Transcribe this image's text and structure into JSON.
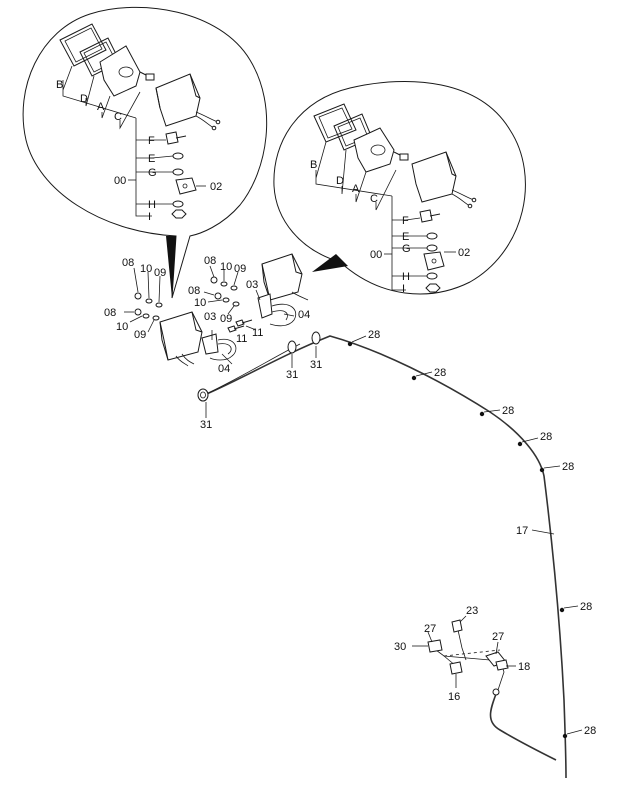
{
  "callouts_left_detail": {
    "B": "B",
    "D": "D",
    "A": "A",
    "C": "C",
    "F": "F",
    "E": "E",
    "G": "G",
    "H": "H",
    "I": "I",
    "group": "00",
    "bracket": "02"
  },
  "callouts_right_detail": {
    "B": "B",
    "D": "D",
    "A": "A",
    "C": "C",
    "F": "F",
    "E": "E",
    "G": "G",
    "H": "H",
    "I": "I",
    "group": "00",
    "bracket": "02"
  },
  "callouts_lamp_left": {
    "p08a": "08",
    "p10a": "10",
    "p09a": "09",
    "p08b": "08",
    "p10b": "10",
    "p09b": "09",
    "p03": "03",
    "p04": "04",
    "p11": "11",
    "p31": "31"
  },
  "callouts_lamp_right": {
    "p08a": "08",
    "p10a": "10",
    "p09a": "09",
    "p08b": "08",
    "p10b": "10",
    "p09b": "09",
    "p03": "03",
    "p04": "04",
    "p11": "11",
    "p31a": "31",
    "p31b": "31"
  },
  "callouts_harness": {
    "c28a": "28",
    "c28b": "28",
    "c28c": "28",
    "c28d": "28",
    "c28e": "28",
    "c28f": "28",
    "c28g": "28",
    "c17": "17"
  },
  "callouts_switch": {
    "c23": "23",
    "c27a": "27",
    "c27b": "27",
    "c30": "30",
    "c18": "18",
    "c16": "16"
  }
}
